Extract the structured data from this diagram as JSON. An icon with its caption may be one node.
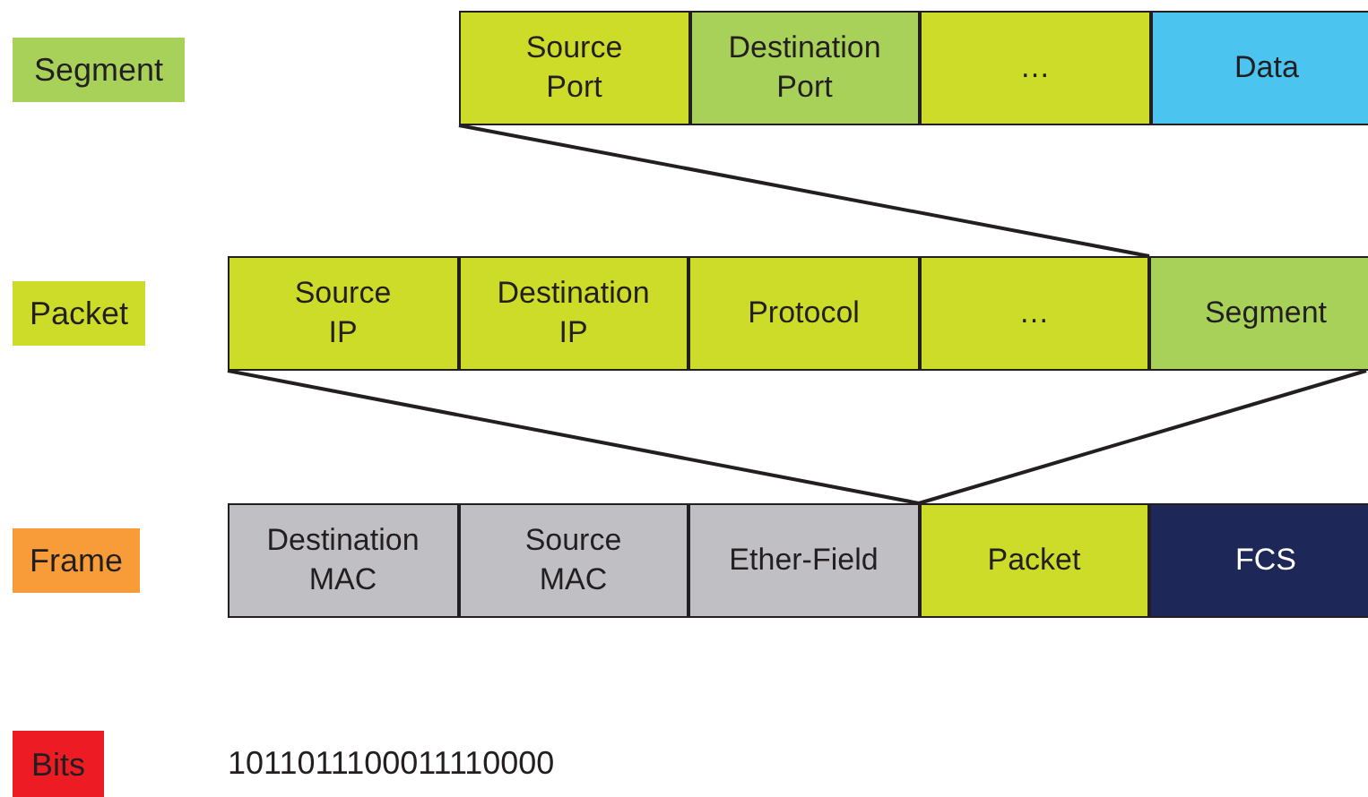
{
  "diagram": {
    "nodes": [
      {
        "text": [
          "Segment"
        ]
      },
      {
        "text": [
          "Source Port"
        ]
      },
      {
        "text": [
          "Destination Port"
        ]
      },
      {
        "text": [
          "…"
        ]
      },
      {
        "text": [
          "Data"
        ]
      },
      {
        "text": [
          "Packet"
        ]
      },
      {
        "text": [
          "Source IP"
        ]
      },
      {
        "text": [
          "Destination IP"
        ]
      },
      {
        "text": [
          "Protocol"
        ]
      },
      {
        "text": [
          "…"
        ]
      },
      {
        "text": [
          "Segment"
        ]
      },
      {
        "text": [
          "Frame"
        ]
      },
      {
        "text": [
          "Destination MAC"
        ]
      },
      {
        "text": [
          "Source MAC"
        ]
      },
      {
        "text": [
          "Ether-Field"
        ]
      },
      {
        "text": [
          "Packet"
        ]
      },
      {
        "text": [
          "FCS"
        ]
      },
      {
        "text": [
          "Bits"
        ]
      }
    ],
    "edges": [
      {
        "from": 1,
        "to": 10,
        "arrow": "none"
      },
      {
        "from": 6,
        "to": 15,
        "arrow": "none"
      },
      {
        "from": 10,
        "to": 15,
        "arrow": "none"
      }
    ],
    "labels": [
      "1011011100011110000"
    ]
  }
}
